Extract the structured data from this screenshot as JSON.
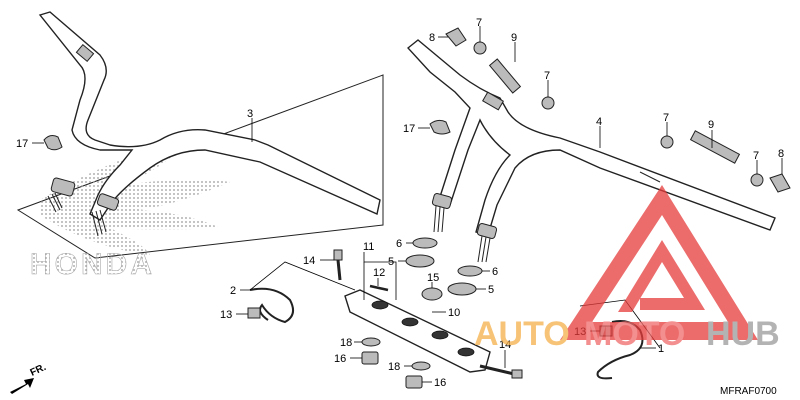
{
  "diagram_code": "MFRAF0700",
  "front_label": "FR.",
  "brand_background": "HONDA",
  "watermark": {
    "word_1": "AUTO",
    "word_2": "MOTO",
    "word_3": "HUB",
    "color_1": "#f5b04a",
    "color_2": "#ef6a6a",
    "color_3": "#9a9a9a",
    "triangle_color": "#e63b3b"
  },
  "part_labels": {
    "p1": "1",
    "p2": "2",
    "p3": "3",
    "p4": "4",
    "p5a": "5",
    "p5b": "5",
    "p6a": "6",
    "p6b": "6",
    "p7a": "7",
    "p7b": "7",
    "p7c": "7",
    "p7d": "7",
    "p8a": "8",
    "p8b": "8",
    "p9a": "9",
    "p9b": "9",
    "p10": "10",
    "p11": "11",
    "p12": "12",
    "p13a": "13",
    "p13b": "13",
    "p14a": "14",
    "p14b": "14",
    "p15": "15",
    "p16a": "16",
    "p16b": "16",
    "p17a": "17",
    "p17b": "17",
    "p18a": "18",
    "p18b": "18"
  }
}
